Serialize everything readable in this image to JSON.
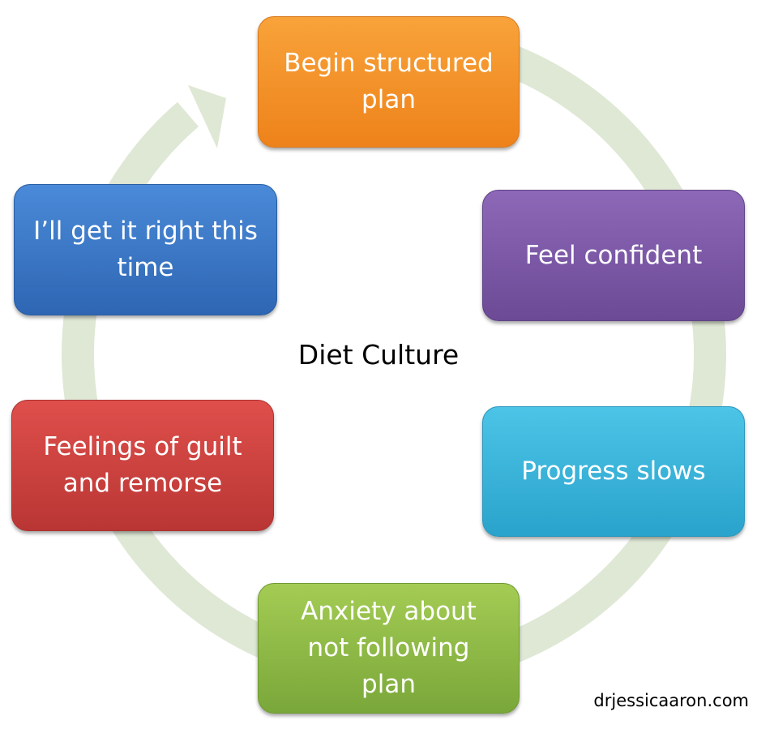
{
  "diagram": {
    "center_label": "Diet Culture",
    "credit": "drjessicaaron.com",
    "cycle_color": "#dfe8d5",
    "steps": [
      {
        "id": "begin",
        "lines": [
          "Begin structured",
          "plan"
        ],
        "color": "#f39128"
      },
      {
        "id": "confident",
        "lines": [
          "Feel confident"
        ],
        "color": "#7b57a5"
      },
      {
        "id": "slows",
        "lines": [
          "Progress slows"
        ],
        "color": "#37b3dc"
      },
      {
        "id": "anxiety",
        "lines": [
          "Anxiety about",
          "not following",
          "plan"
        ],
        "color": "#8fbb47"
      },
      {
        "id": "guilt",
        "lines": [
          "Feelings of guilt",
          "and remorse"
        ],
        "color": "#cd4240"
      },
      {
        "id": "right",
        "lines": [
          "I’ll get it right this",
          "time"
        ],
        "color": "#3b78c6"
      }
    ]
  }
}
